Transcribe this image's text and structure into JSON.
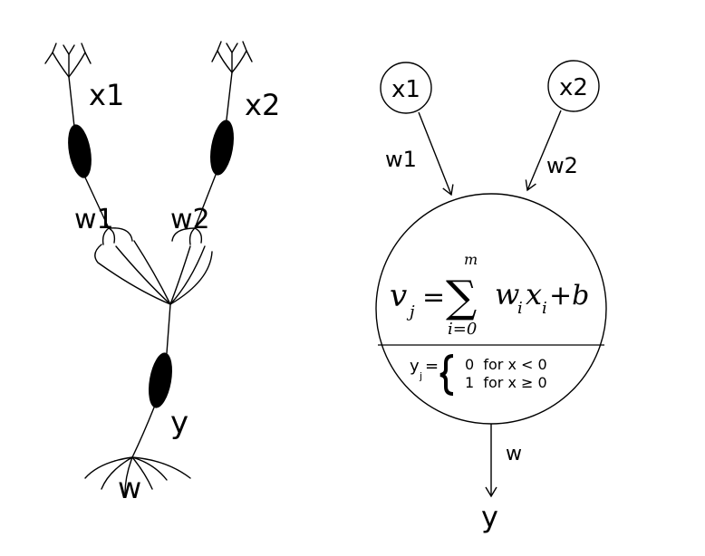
{
  "biological": {
    "input_1": "x1",
    "input_2": "x2",
    "weight_1": "w1",
    "weight_2": "w2",
    "output": "y",
    "output_weight": "w"
  },
  "artificial": {
    "input_1": "x1",
    "input_2": "x2",
    "weight_1": "w1",
    "weight_2": "w2",
    "sum": {
      "lhs": "v",
      "lhs_sub": "j",
      "equals": "=",
      "sigma": "∑",
      "upper": "m",
      "lower": "i=0",
      "term_w": "w",
      "term_w_sub": "i",
      "term_x": "x",
      "term_x_sub": "i",
      "bias": "+b"
    },
    "activation": {
      "lhs": "y",
      "lhs_sub": "j",
      "equals": "=",
      "case_0": "0  for x < 0",
      "case_1": "1  for x ≥ 0"
    },
    "output_weight": "w",
    "output": "y"
  }
}
